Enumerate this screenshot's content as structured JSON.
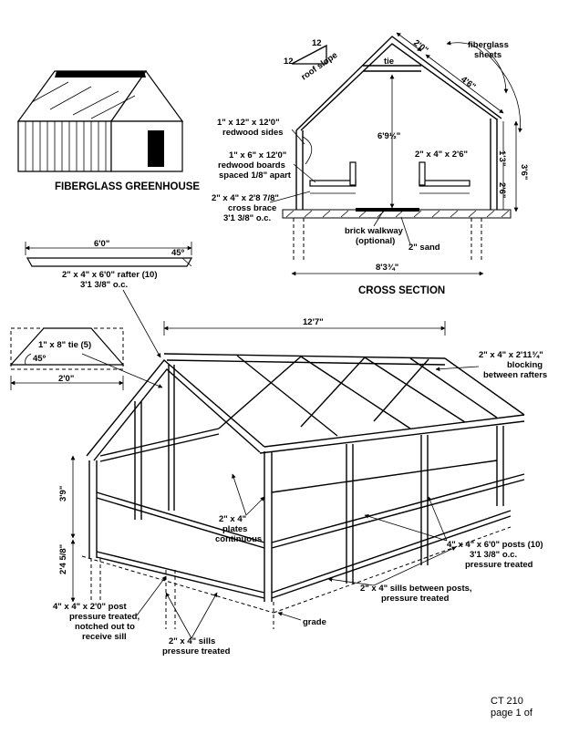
{
  "titles": {
    "greenhouse": "FIBERGLASS GREENHOUSE",
    "cross_section": "CROSS SECTION"
  },
  "roof_slope": {
    "rise": "12",
    "run": "12",
    "label": "roof slope"
  },
  "cross_section_labels": {
    "fiberglass_sheets": [
      "fiberglass",
      "sheets"
    ],
    "tie": "tie",
    "dim_2_0": "2'0\"",
    "dim_4_6": "4'6\"",
    "dim_1_3": "1'3\"",
    "dim_3_6": "3'6\"",
    "dim_2_6v": "2'6\"",
    "height": "6'9½\"",
    "redwood_sides": [
      "1\" x 12\" x 12'0\"",
      "redwood sides"
    ],
    "redwood_boards": [
      "1\" x 6\" x 12'0\"",
      "redwood boards",
      "spaced 1/8\" apart"
    ],
    "cross_brace": [
      "2\" x 4\" x 2'8 7/8\"",
      "cross brace",
      "3'1 3/8\" o.c."
    ],
    "stud_2x4": "2\" x 4\" x 2'6\"",
    "brick_walkway": [
      "brick walkway",
      "(optional)"
    ],
    "sand": "2\" sand",
    "width": "8'3¾\""
  },
  "rafter": {
    "length": "6'0\"",
    "angle": "45º",
    "label": [
      "2\" x 4\" x 6'0\" rafter (10)",
      "3'1 3/8\" o.c."
    ]
  },
  "tie": {
    "label": "1\" x 8\" tie (5)",
    "angle": "45º",
    "width": "2'0\""
  },
  "frame_labels": {
    "length": "12'7\"",
    "blocking": [
      "2\" x 4\" x 2'11¾\"",
      "blocking",
      "between rafters"
    ],
    "plates": [
      "2\" x 4\"",
      "plates",
      "continuous"
    ],
    "dim_3_9": "3'9\"",
    "dim_2_4": "2'4 5/8\"",
    "posts": [
      "4\" x 4\" x 6'0\" posts (10)",
      "3'1 3/8\" o.c.",
      "pressure treated"
    ],
    "sills_between": [
      "2\" x 4\" sills between posts,",
      "pressure treated"
    ],
    "grade": "grade",
    "post_short": [
      "4\" x 4\" x 2'0\" post",
      "pressure treated,",
      "notched out to",
      "receive sill"
    ],
    "sills": [
      "2\" x 4\" sills",
      "pressure treated"
    ]
  },
  "footer": {
    "code": "CT 210",
    "page": "page 1 of"
  }
}
